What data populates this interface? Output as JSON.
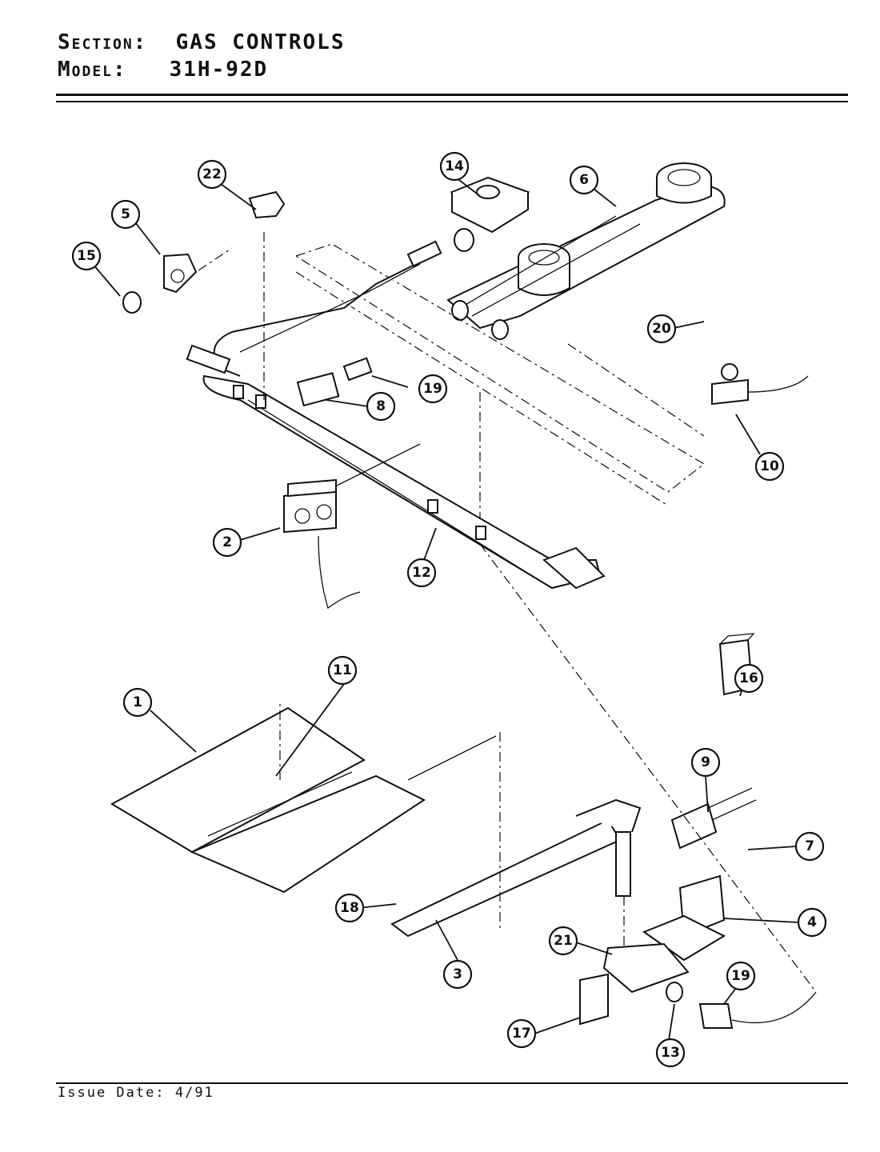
{
  "header": {
    "section_label": "Section:",
    "section_value": "GAS CONTROLS",
    "model_label": "Model:",
    "model_value": "31H-92D"
  },
  "footer": {
    "issue_label": "Issue Date:",
    "issue_value": "4/91"
  },
  "callouts": [
    "1",
    "2",
    "3",
    "4",
    "5",
    "6",
    "7",
    "8",
    "9",
    "10",
    "11",
    "12",
    "13",
    "14",
    "15",
    "16",
    "17",
    "18",
    "19",
    "20",
    "21",
    "22"
  ]
}
